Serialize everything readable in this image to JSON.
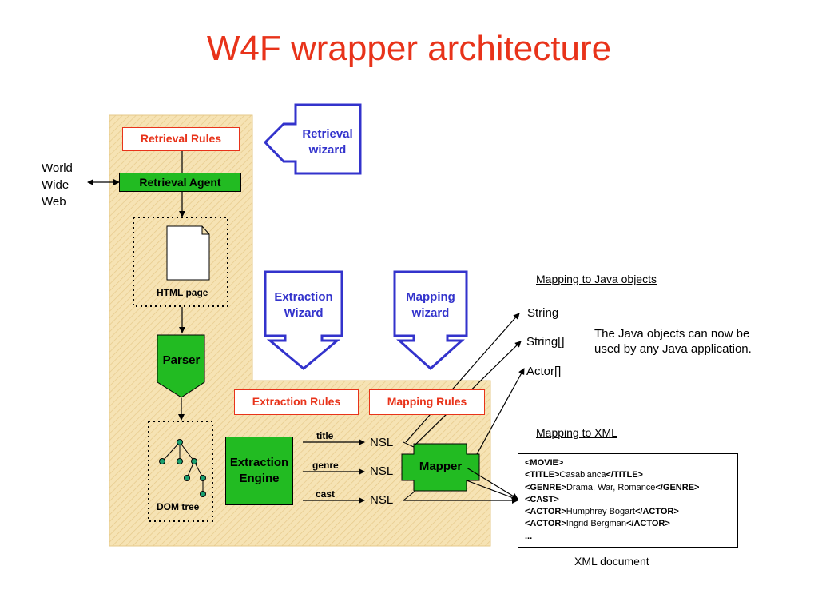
{
  "title": "W4F wrapper architecture",
  "www": [
    "World",
    "Wide",
    "Web"
  ],
  "retrieval_rules": "Retrieval Rules",
  "retrieval_agent": "Retrieval Agent",
  "retrieval_wizard": [
    "Retrieval",
    "wizard"
  ],
  "html_page": "HTML page",
  "parser": "Parser",
  "dom_tree": "DOM tree",
  "extraction_wizard": [
    "Extraction",
    "Wizard"
  ],
  "mapping_wizard": [
    "Mapping",
    "wizard"
  ],
  "extraction_rules": "Extraction Rules",
  "mapping_rules": "Mapping Rules",
  "extraction_engine": [
    "Extraction",
    "Engine"
  ],
  "fields": [
    "title",
    "genre",
    "cast"
  ],
  "nsl": [
    "NSL",
    "NSL",
    "NSL"
  ],
  "mapper": "Mapper",
  "java_heading": "Mapping to Java objects",
  "java_types": [
    "String",
    "String[]",
    "Actor[]"
  ],
  "java_note": [
    "The Java objects can now be",
    "used by any Java application."
  ],
  "xml_heading": "Mapping to XML",
  "xml_lines": [
    {
      "tag_open": "<MOVIE>",
      "text": "",
      "tag_close": ""
    },
    {
      "tag_open": "<TITLE>",
      "text": "Casablanca",
      "tag_close": "</TITLE>"
    },
    {
      "tag_open": "<GENRE>",
      "text": "Drama, War, Romance",
      "tag_close": "</GENRE>"
    },
    {
      "tag_open": "<CAST>",
      "text": "",
      "tag_close": ""
    },
    {
      "tag_open": "<ACTOR>",
      "text": "Humphrey Bogart",
      "tag_close": "</ACTOR>"
    },
    {
      "tag_open": "<ACTOR>",
      "text": "Ingrid Bergman",
      "tag_close": "</ACTOR>"
    },
    {
      "tag_open": "...",
      "text": "",
      "tag_close": ""
    }
  ],
  "xml_caption": "XML document",
  "colors": {
    "title": "#e8331a",
    "component_green": "#22bb22",
    "wizard_blue": "#3333cc",
    "region_fill": "#f6e3b4"
  }
}
